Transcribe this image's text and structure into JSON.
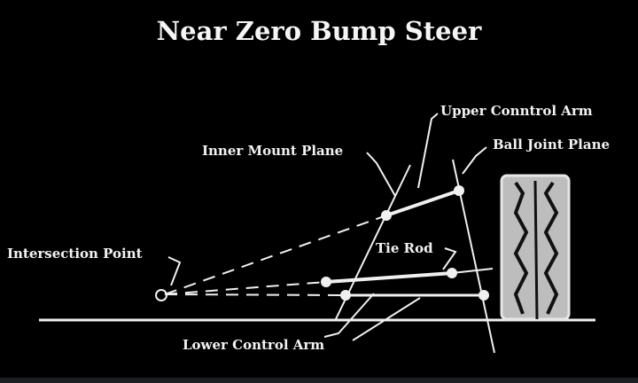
{
  "title": "Near Zero Bump Steer",
  "labels": {
    "upper_control_arm": "Upper Conntrol Arm",
    "inner_mount_plane": "Inner Mount Plane",
    "ball_joint_plane": "Ball Joint Plane",
    "intersection_point": "Intersection Point",
    "tie_rod": "Tie Rod",
    "lower_control_arm": "Lower Control Arm"
  },
  "colors": {
    "background": "#000000",
    "line": "#f0f0f0",
    "tire_fill": "#bdbdbd",
    "tread": "#111111"
  }
}
